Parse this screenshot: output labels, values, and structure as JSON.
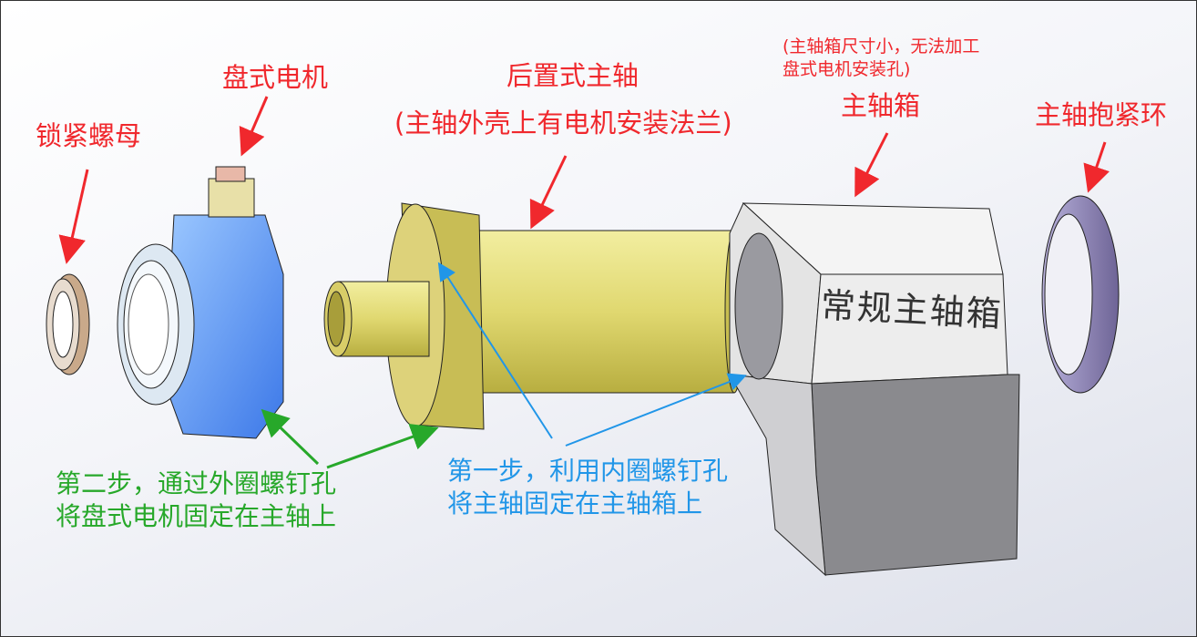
{
  "labels": {
    "lock_nut": "锁紧螺母",
    "disc_motor": "盘式电机",
    "rear_spindle": "后置式主轴",
    "rear_spindle_note": "(主轴外壳上有电机安装法兰)",
    "housing_note_line1": "(主轴箱尺寸小，无法加工",
    "housing_note_line2": "盘式电机安装孔)",
    "spindle_housing": "主轴箱",
    "clamp_ring": "主轴抱紧环",
    "housing_engraving": "常规主轴箱"
  },
  "steps": {
    "step2_line1": "第二步，通过外圈螺钉孔",
    "step2_line2": "将盘式电机固定在主轴上",
    "step1_line1": "第一步，利用内圈螺钉孔",
    "step1_line2": "将主轴固定在主轴箱上"
  },
  "colors": {
    "label": "#f0282d",
    "step2": "#27a82a",
    "step1": "#2196e8"
  }
}
